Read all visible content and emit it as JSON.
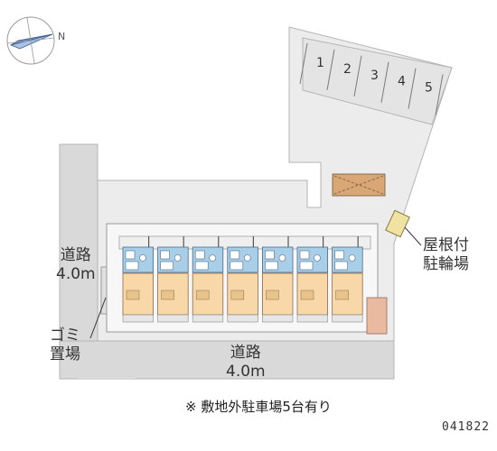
{
  "parking": {
    "spaces": [
      "1",
      "2",
      "3",
      "4",
      "5"
    ]
  },
  "labels": {
    "road_left_name": "道路",
    "road_left_width": "4.0m",
    "road_bottom_name": "道路",
    "road_bottom_width": "4.0m",
    "garbage_line1": "ゴミ",
    "garbage_line2": "置場",
    "bike_line1": "屋根付",
    "bike_line2": "駐輪場",
    "compass_letter": "N"
  },
  "note": "※ 敷地外駐車場5台有り",
  "code": "041822",
  "colors": {
    "road": "#d9d9d9",
    "road_edge": "#b5b5b5",
    "site": "#ececec",
    "building": "#f7f7f7",
    "unit_room": "#f8d8a8",
    "unit_bath": "#a9cfe8",
    "bike_shed": "#d9a676",
    "entrance": "#e9b9a0"
  },
  "units": {
    "count": 7
  }
}
